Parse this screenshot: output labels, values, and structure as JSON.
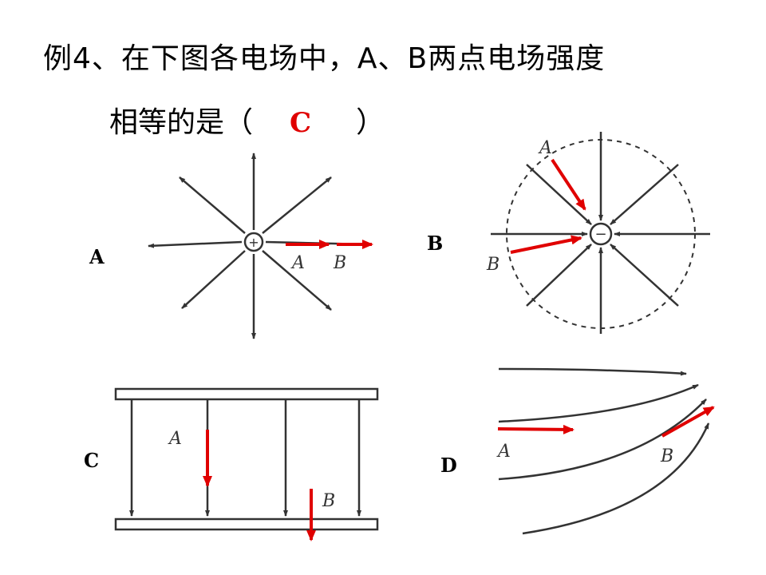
{
  "question": {
    "title": "例4、在下图各电场中，A、B两点电场强度",
    "line2_prefix": "相等的是（",
    "answer": "C",
    "line2_suffix": "）"
  },
  "options": [
    {
      "label": "A",
      "point_a": "A",
      "point_b": "B",
      "charge": "+"
    },
    {
      "label": "B",
      "point_a": "A",
      "point_b": "B",
      "charge": "−"
    },
    {
      "label": "C",
      "point_a": "A",
      "point_b": "B"
    },
    {
      "label": "D",
      "point_a": "A",
      "point_b": "B"
    }
  ],
  "colors": {
    "field_line": "#333333",
    "vector": "#e00000",
    "answer": "#e00000"
  }
}
